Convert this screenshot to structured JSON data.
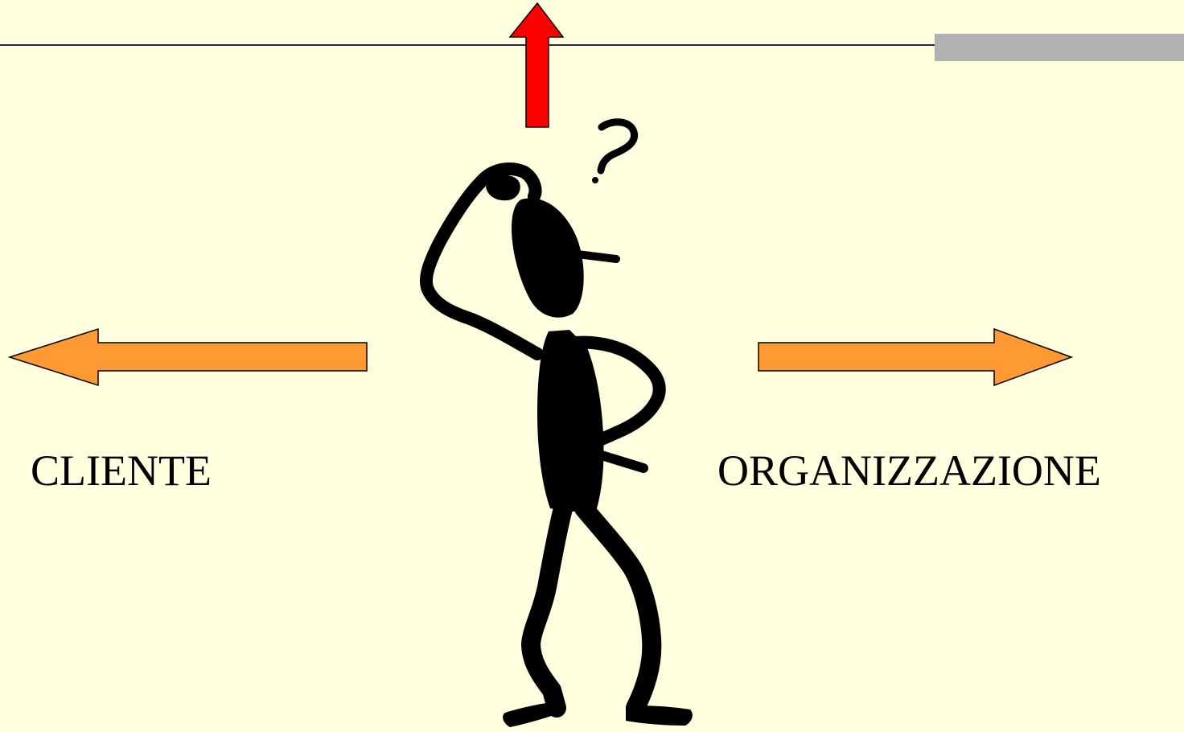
{
  "slide": {
    "left_label": "CLIENTE",
    "right_label": "ORGANIZZAZIONE"
  },
  "icons": {
    "up": "arrow-up-icon",
    "left": "arrow-left-icon",
    "right": "arrow-right-icon",
    "figure": "thinking-stick-figure",
    "question": "question-mark-icon"
  },
  "colors": {
    "background": "#ffffe0",
    "rule": "#3b1f4f",
    "accent_bar": "#b2b2b2",
    "up_arrow": "#ff0000",
    "side_arrows": "#ff9933",
    "figure": "#000000"
  }
}
